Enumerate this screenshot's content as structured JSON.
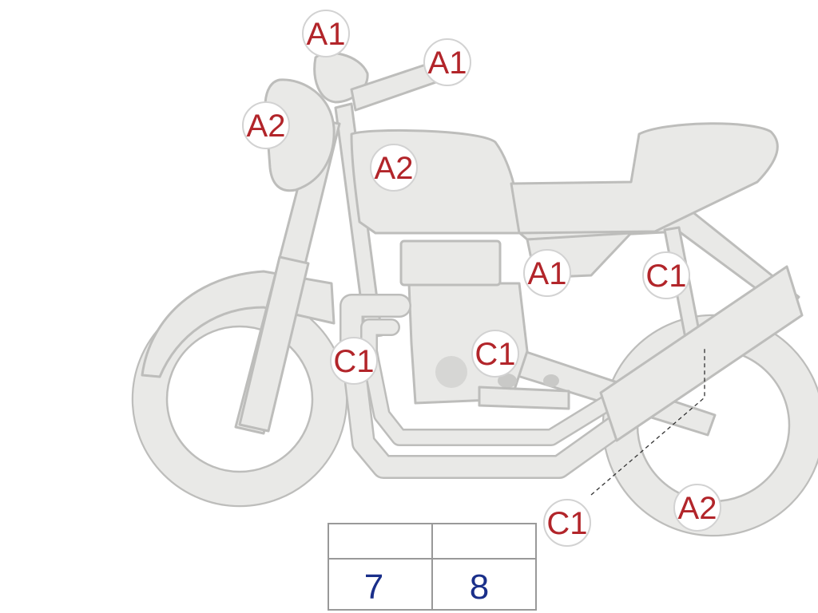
{
  "parts": [
    {
      "key": "meter",
      "grade": "A1",
      "label": ""
    },
    {
      "key": "handle",
      "grade": "A1",
      "label": ""
    },
    {
      "key": "light",
      "grade": "A2",
      "label": ""
    },
    {
      "key": "tank",
      "grade": "A2",
      "label": ""
    },
    {
      "key": "side-cover-left",
      "grade": "A1",
      "label": ""
    },
    {
      "key": "rear-suspension",
      "grade": "C1",
      "label": ""
    },
    {
      "key": "exhaust",
      "grade": "C1",
      "label": ""
    },
    {
      "key": "step",
      "grade": "C1",
      "label": ""
    },
    {
      "key": "silencer-right",
      "grade": "C1",
      "label": ""
    },
    {
      "key": "rear-wheel",
      "grade": "A2",
      "label": ""
    }
  ],
  "tread_table": {
    "front_header": "",
    "rear_header": "",
    "front_value": "7",
    "rear_value": "8"
  },
  "colors": {
    "body_fill": "#e9e9e7",
    "body_stroke": "#bdbdbb",
    "grade_text": "#b2252a",
    "value_text": "#1a2f8a"
  }
}
